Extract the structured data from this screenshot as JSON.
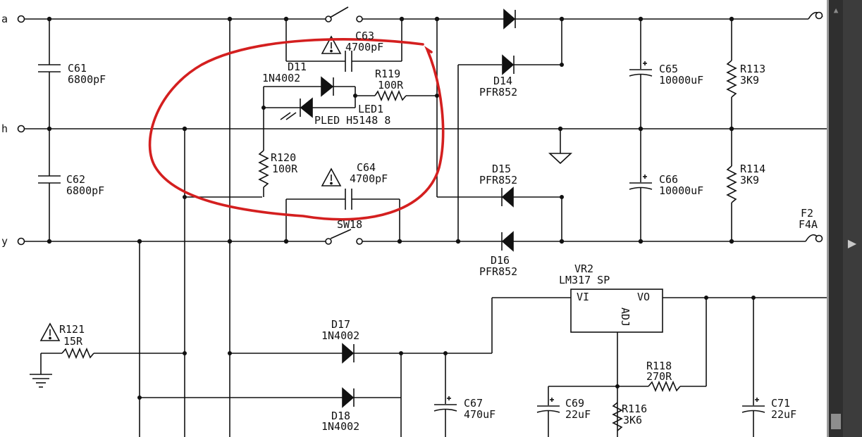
{
  "viewer": {
    "scroll_up_glyph": "▲",
    "next_page_glyph": "▶"
  },
  "colors": {
    "ink": "#111111",
    "annotation_circle": "#d41f1f",
    "viewer_background": "#3c3c3c",
    "page": "#ffffff"
  },
  "diagram": {
    "rail_labels": {
      "top": "a",
      "middle": "h",
      "bottom": "y"
    },
    "components": {
      "c61": {
        "ref": "C61",
        "value": "6800pF"
      },
      "c62": {
        "ref": "C62",
        "value": "6800pF"
      },
      "c63": {
        "ref": "C63",
        "value": "4700pF"
      },
      "c64": {
        "ref": "C64",
        "value": "4700pF"
      },
      "d11": {
        "ref": "D11",
        "value": "1N4002"
      },
      "r119": {
        "ref": "R119",
        "value": "100R"
      },
      "led1": {
        "ref": "LED1",
        "value": "PLED H5148 8"
      },
      "r120": {
        "ref": "R120",
        "value": "100R"
      },
      "sw": {
        "ref": "SW18"
      },
      "d14": {
        "ref": "D14",
        "value": "PFR852"
      },
      "d15": {
        "ref": "D15",
        "value": "PFR852"
      },
      "d16": {
        "ref": "D16",
        "value": "PFR852"
      },
      "c65": {
        "ref": "C65",
        "value": "10000uF"
      },
      "c66": {
        "ref": "C66",
        "value": "10000uF"
      },
      "r113": {
        "ref": "R113",
        "value": "3K9"
      },
      "r114": {
        "ref": "R114",
        "value": "3K9"
      },
      "f2": {
        "ref": "F2",
        "value": "F4A"
      },
      "vr2": {
        "ref": "VR2",
        "value": "LM317 SP",
        "pin_in": "VI",
        "pin_out": "VO",
        "pin_adj": "ADJ"
      },
      "r121": {
        "ref": "R121",
        "value": "15R"
      },
      "d17": {
        "ref": "D17",
        "value": "1N4002"
      },
      "d18": {
        "ref": "D18",
        "value": "1N4002"
      },
      "c67": {
        "ref": "C67",
        "value": "470uF"
      },
      "c69": {
        "ref": "C69",
        "value": "22uF"
      },
      "r116": {
        "ref": "R116",
        "value": "3K6"
      },
      "r118": {
        "ref": "R118",
        "value": "270R"
      },
      "c71": {
        "ref": "C71",
        "value": "22uF"
      }
    }
  }
}
